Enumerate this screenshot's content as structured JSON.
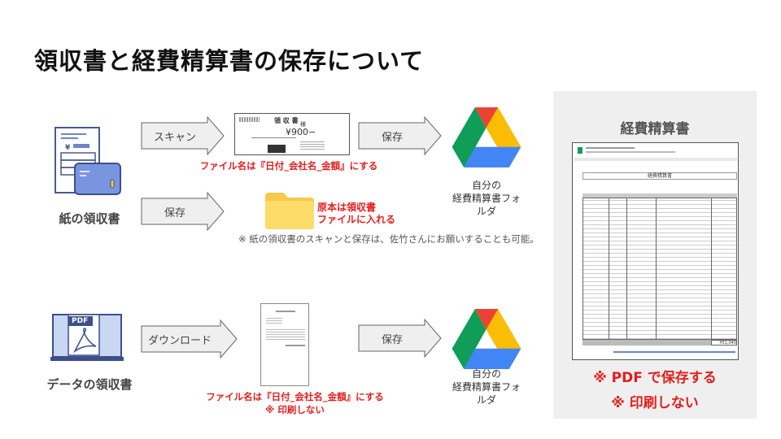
{
  "title": "領収書と経費精算書の保存について",
  "paper": {
    "label": "紙の領収書",
    "scan_arrow": "スキャン",
    "save_arrow": "保存",
    "receipt": {
      "heading": "領 収 書",
      "amount": "¥900−",
      "suffix": "様"
    },
    "filename_note": "ファイル名は『日付_会社名_金額』にする",
    "original_note_1": "原本は領収書",
    "original_note_2": "ファイルに入れる",
    "footnote": "※ 紙の領収書のスキャンと保存は、佐竹さんにお願いすることも可能。",
    "drive_save_arrow": "保存",
    "drive_label_1": "自分の",
    "drive_label_2": "経費精算書フォ",
    "drive_label_3": "ルダ"
  },
  "data": {
    "label": "データの領収書",
    "pdf_icon_text": "PDF",
    "download_arrow": "ダウンロード",
    "save_arrow": "保存",
    "filename_note": "ファイル名は『日付_会社名_金額』にする",
    "no_print_note": "※ 印刷しない",
    "drive_label_1": "自分の",
    "drive_label_2": "経費精算書フォ",
    "drive_label_3": "ルダ"
  },
  "panel": {
    "title": "経費精算書",
    "sheet_title": "経費精算書",
    "sheet_total": "¥51,040",
    "note_pdf": "※ PDF で保存する",
    "note_print": "※ 印刷しない"
  },
  "colors": {
    "red": "#e01f1f",
    "arrow_fill": "#efefef",
    "panel_bg": "#efefef"
  }
}
